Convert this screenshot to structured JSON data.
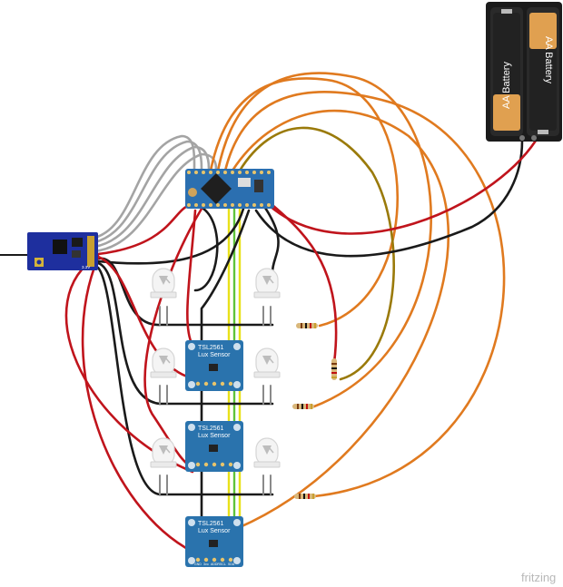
{
  "battery_pack": {
    "cell_left_label": "AA Battery",
    "cell_right_label": "AA Battery"
  },
  "lux_sensor": {
    "model": "TSL2561",
    "name": "Lux Sensor",
    "pins": [
      "GND",
      "3vo",
      "ADDR",
      "SCL",
      "SDA"
    ]
  },
  "radio_module": {
    "pin_label": "3.3V"
  },
  "watermark": "fritzing",
  "colors": {
    "wire_red": "#c0141c",
    "wire_black": "#1a1a1a",
    "wire_orange": "#e07a1f",
    "wire_olive": "#9a7a0a",
    "wire_gray": "#a0a0a0",
    "wire_yellow": "#e9e11a",
    "wire_green": "#5fc33a",
    "board_blue": "#2b6fb0",
    "sensor_blue": "#2a73ad",
    "battery_black": "#1b1b1b",
    "battery_orange": "#e0a050"
  }
}
